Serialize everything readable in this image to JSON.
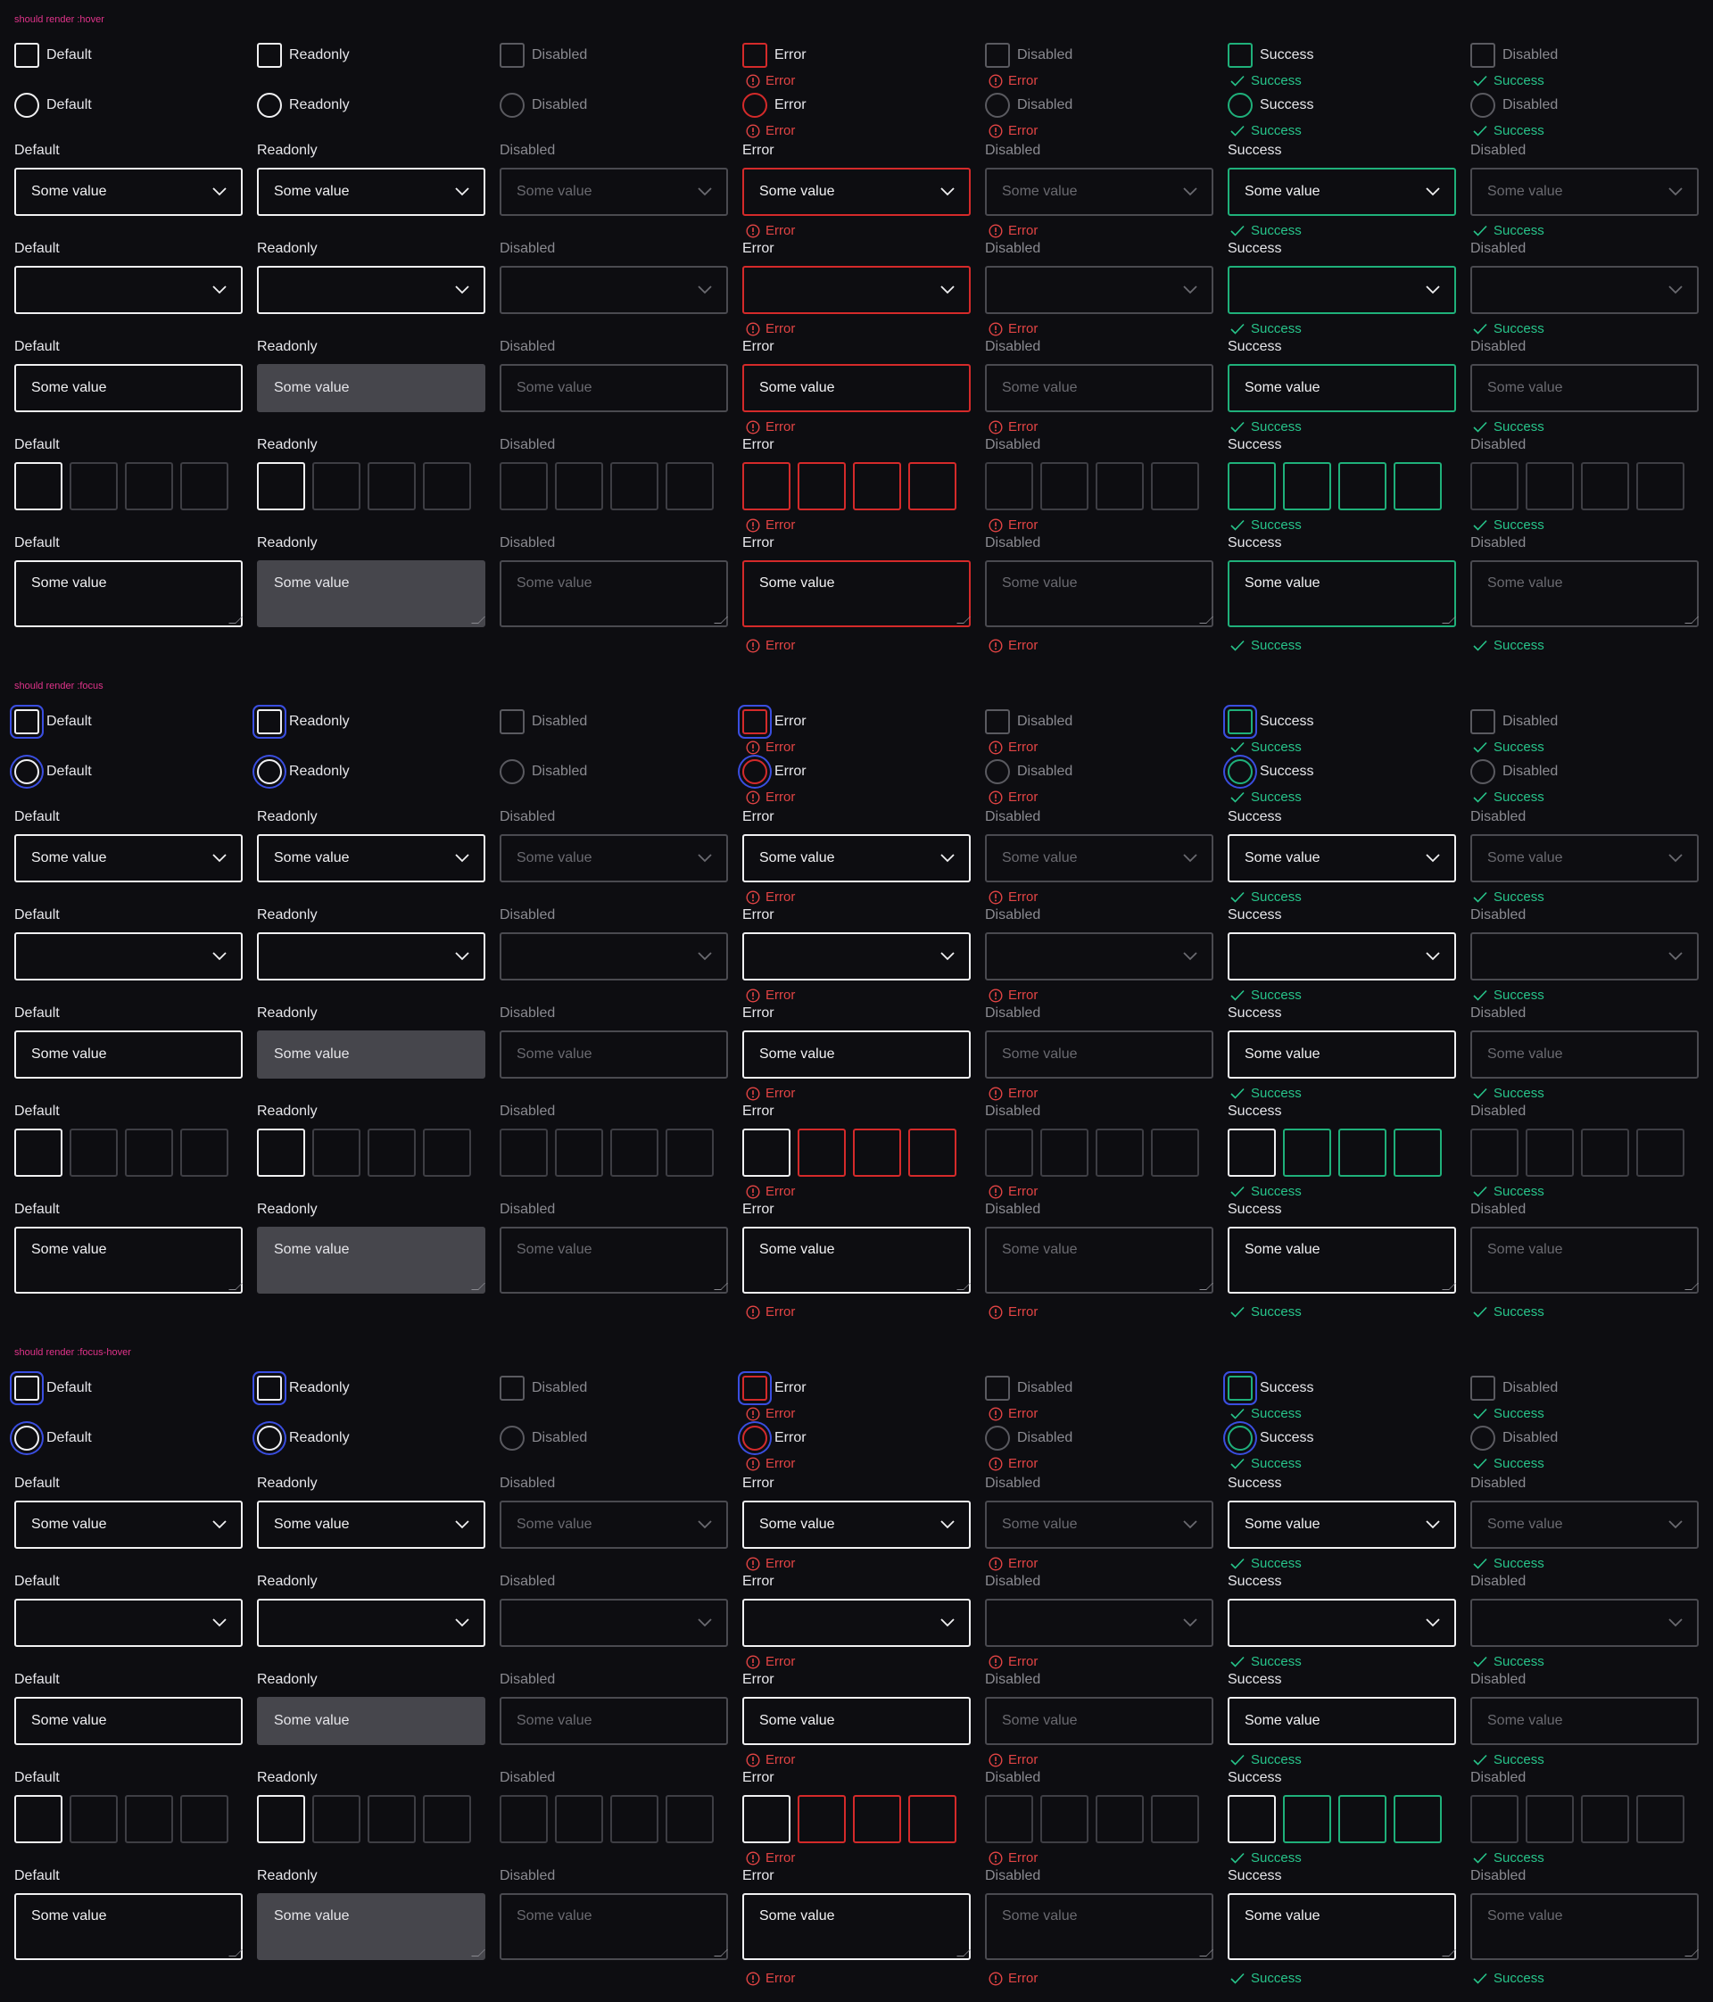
{
  "sections": [
    {
      "title": "should render :hover"
    },
    {
      "title": "should render :focus"
    },
    {
      "title": "should render :focus-hover"
    }
  ],
  "columns": [
    {
      "label": "Default",
      "variant": "default"
    },
    {
      "label": "Readonly",
      "variant": "readonly"
    },
    {
      "label": "Disabled",
      "variant": "disabled"
    },
    {
      "label": "Error",
      "variant": "error"
    },
    {
      "label": "Disabled",
      "variant": "disabled-error"
    },
    {
      "label": "Success",
      "variant": "success"
    },
    {
      "label": "Disabled",
      "variant": "disabled-success"
    }
  ],
  "field_value": "Some value",
  "messages": {
    "error": "Error",
    "success": "Success"
  },
  "colors": {
    "error": "#e24444",
    "success": "#27c48a",
    "focus": "#3a4ee0",
    "section_title": "#e0338a",
    "background": "#0d0d11"
  },
  "icons": {
    "error": "error-circle-icon",
    "success": "checkmark-icon",
    "select": "chevron-down-icon"
  }
}
